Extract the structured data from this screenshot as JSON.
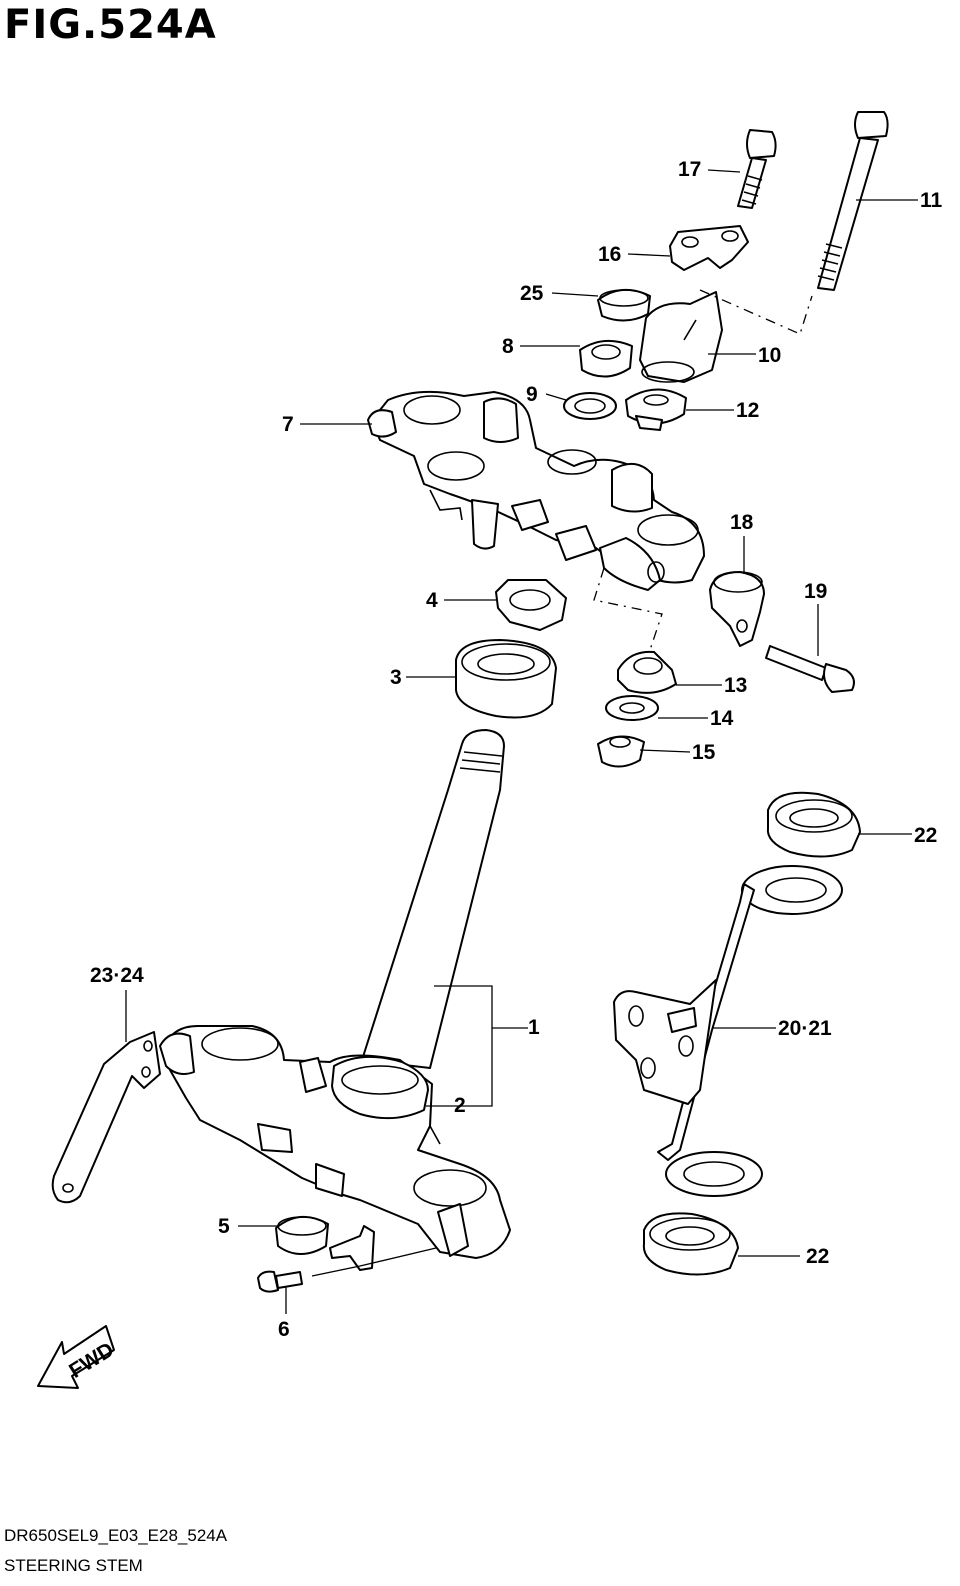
{
  "figure_title": "FIG.524A",
  "model_code": "DR650SEL9_E03_E28_524A",
  "caption": "STEERING STEM",
  "fwd_label": "FWD",
  "callouts": [
    "1",
    "2",
    "3",
    "4",
    "5",
    "6",
    "7",
    "8",
    "9",
    "10",
    "11",
    "12",
    "13",
    "14",
    "15",
    "16",
    "17",
    "18",
    "19",
    "20·21",
    "22",
    "22",
    "23·24",
    "25"
  ]
}
